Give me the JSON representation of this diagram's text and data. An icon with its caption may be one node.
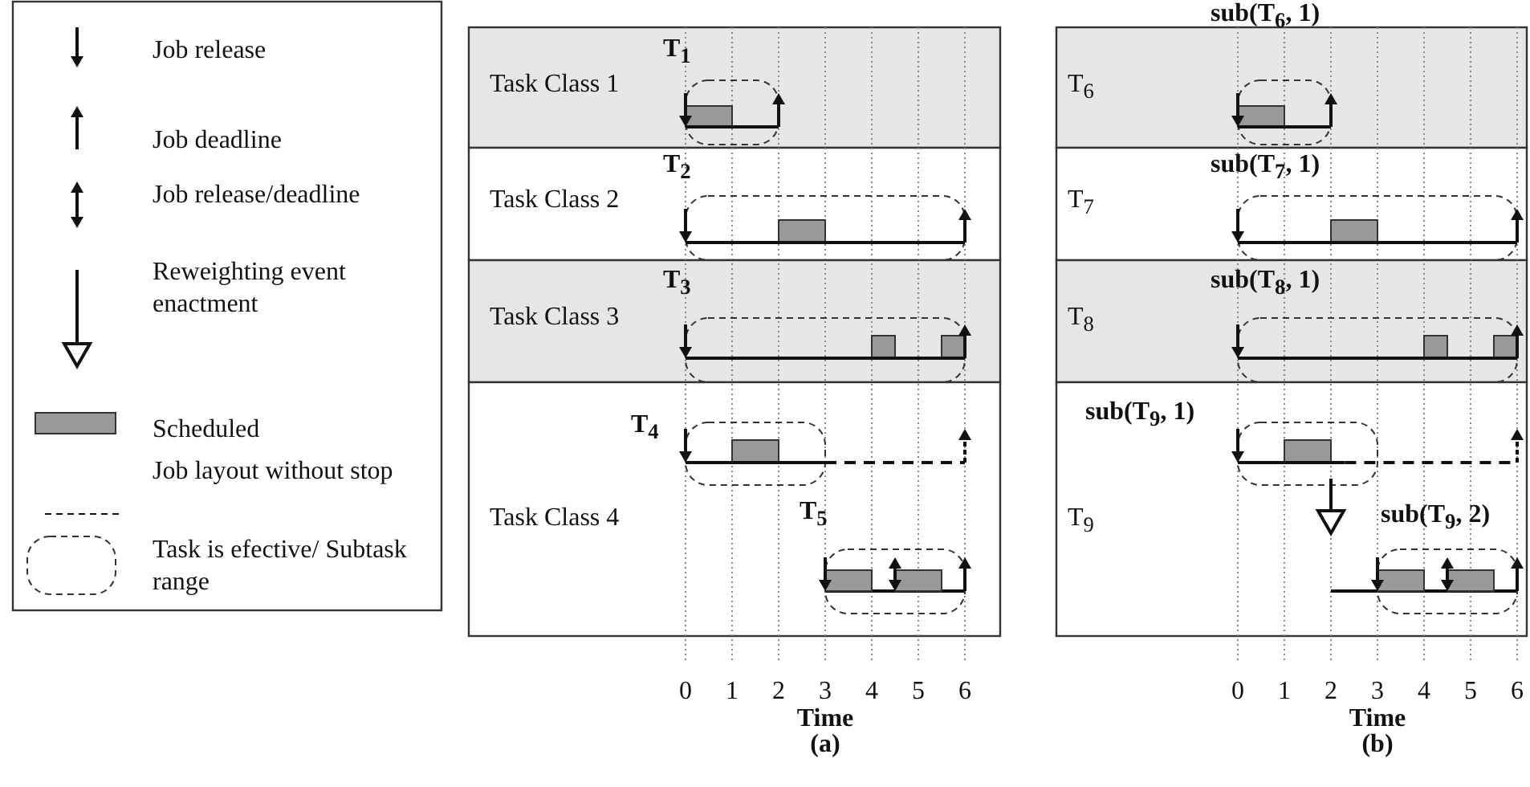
{
  "diagram": {
    "labels": [
      "T$_{1}$",
      "Task Class 1",
      "T$_{2}$",
      "Task Class 2",
      "T$_{3}$",
      "Task Class 3",
      "T$_{4}$",
      "Task Class 4",
      "T$_{5}$",
      "0",
      "1",
      "2",
      "3",
      "4",
      "5",
      "6",
      "Time",
      "(a)",
      "sub(T$_{6}$, 1)",
      "T$_{6}$",
      "sub(T$_{7}$, 1)",
      "T$_{7}$",
      "sub(T$_{8}$, 1)",
      "T$_{8}$",
      "sub(T$_{9}$, 1)",
      "T$_{9}$",
      "sub(T$_{9}$, 2)",
      "0",
      "1",
      "2",
      "3",
      "4",
      "5",
      "6",
      "Time",
      "(b)"
    ],
    "legend": [
      {
        "text": "Job release"
      },
      {
        "text": "Job deadline"
      },
      {
        "text": "Job release/deadline"
      },
      {
        "text": "Reweighting event enactment"
      },
      {
        "text": "Scheduled",
        "color": "#999999"
      },
      {
        "text": "Job layout without stop"
      },
      {
        "text": "Task is efective/ Subtask range"
      }
    ]
  }
}
